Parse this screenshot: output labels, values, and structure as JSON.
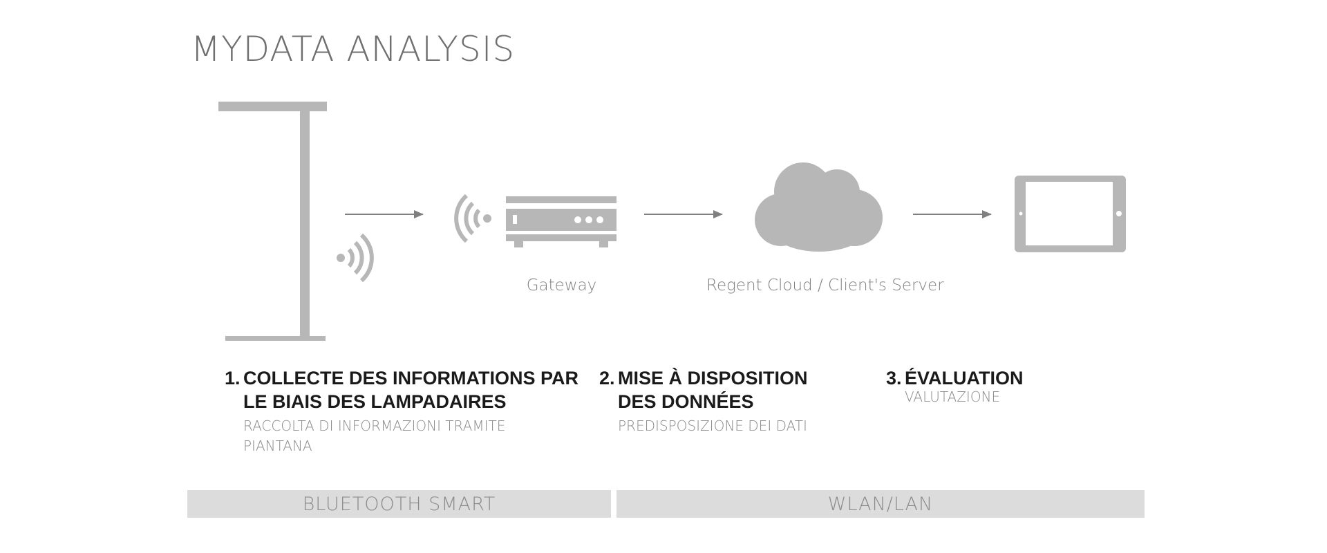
{
  "title": "MYDATA ANALYSIS",
  "nodes": {
    "gateway_label": "Gateway",
    "cloud_label": "Regent Cloud / Client's Server"
  },
  "steps": [
    {
      "number": "1.",
      "heading_line1": "COLLECTE DES INFORMATIONS PAR",
      "heading_line2": "LE BIAIS DES LAMPADAIRES",
      "sub_line1": "RACCOLTA DI INFORMAZIONI TRAMITE",
      "sub_line2": "PIANTANA"
    },
    {
      "number": "2.",
      "heading_line1": "MISE À DISPOSITION",
      "heading_line2": "DES DONNÉES",
      "sub_line1": "PREDISPOSIZIONE DEI DATI"
    },
    {
      "number": "3.",
      "heading_line1": "ÉVALUATION",
      "sub_line1": "VALUTAZIONE"
    }
  ],
  "bands": {
    "bluetooth": "BLUETOOTH SMART",
    "wlan": "WLAN/LAN"
  },
  "colors": {
    "icon_gray": "#b7b7b7",
    "arrow_gray": "#808080",
    "band_gray": "#dcdcdc"
  },
  "icons": [
    "floor-lamp-icon",
    "wifi-signal-icon",
    "gateway-router-icon",
    "cloud-icon",
    "tablet-icon",
    "arrow-right-icon"
  ]
}
